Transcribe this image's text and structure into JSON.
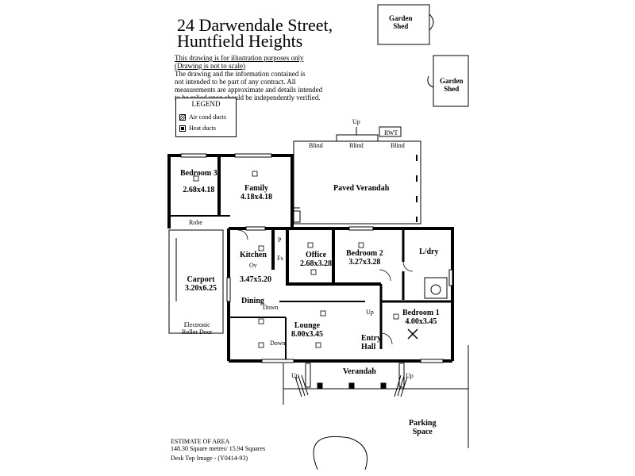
{
  "header": {
    "title_line1": "24 Darwendale Street,",
    "title_line2": "Huntfield Heights"
  },
  "disclaimer": {
    "line1": "This drawing is for illustration purposes only",
    "line2": "(Drawing is not to scale)",
    "line3": "The drawing and the information contained is",
    "line4": "not intended to be part of any contract.  All",
    "line5": "measurements are approximate and details intended",
    "line6": "to be relied upon should be independently verified."
  },
  "legend": {
    "title": "LEGEND",
    "items": [
      {
        "label": "Air cond ducts",
        "icon": "air-cond-duct-icon"
      },
      {
        "label": "Heat ducts",
        "icon": "heat-duct-icon"
      }
    ]
  },
  "outbuildings": {
    "shed1": {
      "line1": "Garden",
      "line2": "Shed"
    },
    "shed2": {
      "line1": "Garden",
      "line2": "Shed"
    }
  },
  "rooms": {
    "bedroom3": {
      "name": "Bedroom 3",
      "size": "2.68x4.18"
    },
    "family": {
      "name": "Family",
      "size": "4.18x4.18"
    },
    "verandah_back": {
      "name": "Paved Verandah"
    },
    "robe": {
      "name": "Robe"
    },
    "kitchen": {
      "name": "Kitchen",
      "size": "3.47x5.20"
    },
    "office": {
      "name": "Office",
      "size": "2.68x3.28"
    },
    "bedroom2": {
      "name": "Bedroom 2",
      "size": "3.27x3.28"
    },
    "laundry": {
      "name": "L/dry"
    },
    "carport": {
      "name": "Carport",
      "size": "3.20x6.25",
      "door_line1": "Electronic",
      "door_line2": "Roller Door"
    },
    "dining": {
      "name": "Dining"
    },
    "lounge": {
      "name": "Lounge",
      "size": "8.00x3.45"
    },
    "bedroom1": {
      "name": "Bedroom 1",
      "size": "4.00x3.45"
    },
    "entry": {
      "line1": "Entry",
      "line2": "Hall"
    },
    "verandah_front": {
      "name": "Verandah"
    },
    "parking": {
      "line1": "Parking",
      "line2": "Space"
    }
  },
  "annotations": {
    "up": "Up",
    "down": "Down",
    "blind": "Blind",
    "rwt": "RWT",
    "pantry": "P",
    "fridge": "Fs",
    "oven": "Ov"
  },
  "footer": {
    "area_title": "ESTIMATE OF AREA",
    "area_values": "148.30 Square metres/  15.94 Squares",
    "image_ref": "Desk Top Image - (Y0414-93)"
  }
}
